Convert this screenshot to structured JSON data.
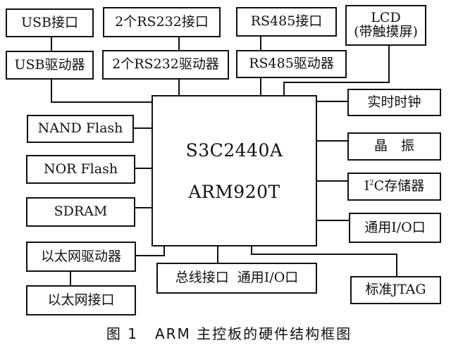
{
  "figure": {
    "caption_prefix": "图 1",
    "caption_text": "ARM 主控板的硬件结构框图"
  },
  "processor": {
    "line1": "S3C2440A",
    "line2": "ARM920T"
  },
  "top_blocks": {
    "usb_interface": "USB接口",
    "usb_driver": "USB驱动器",
    "rs232_interface": "2个RS232接口",
    "rs232_driver": "2个RS232驱动器",
    "rs485_interface": "RS485接口",
    "rs485_driver": "RS485驱动器",
    "lcd_line1": "LCD",
    "lcd_line2": "(带触摸屏)"
  },
  "left_blocks": {
    "nand_flash": "NAND Flash",
    "nor_flash": "NOR Flash",
    "sdram": "SDRAM",
    "ethernet_driver": "以太网驱动器",
    "ethernet_interface": "以太网接口"
  },
  "right_blocks": {
    "rtc": "实时时钟",
    "crystal": "晶　振",
    "i2c_memory_prefix": "I",
    "i2c_memory_sup": "2",
    "i2c_memory_suffix": "C存储器",
    "gpio": "通用I/O口",
    "jtag": "标准JTAG"
  },
  "bottom_blocks": {
    "bus_gpio": "总线接口  通用I/O口"
  }
}
